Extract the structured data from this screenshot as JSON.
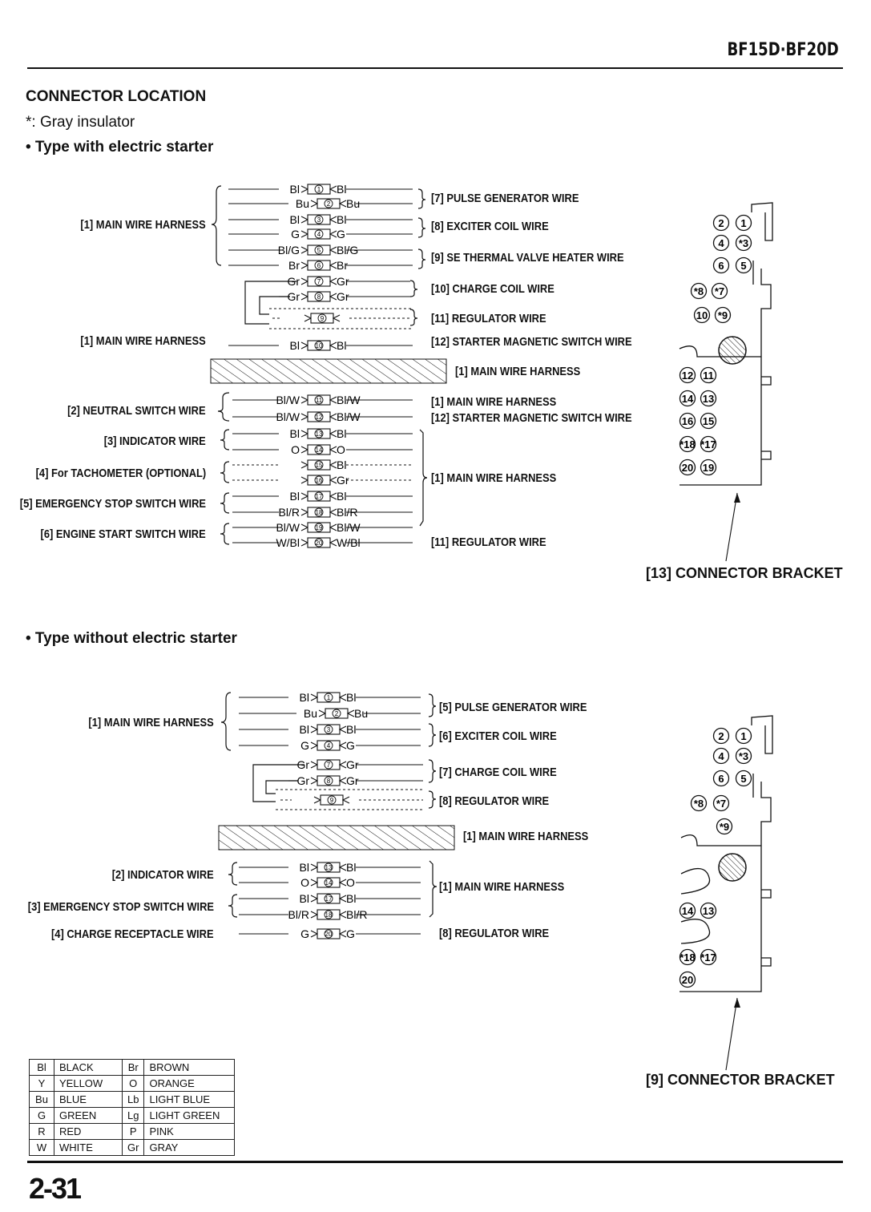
{
  "header": {
    "model": "BF15D·BF20D"
  },
  "section_title": "CONNECTOR LOCATION",
  "gray_note": "*: Gray insulator",
  "type1": {
    "title": "• Type with electric starter",
    "left_labels": [
      "[1] MAIN WIRE HARNESS",
      "[1] MAIN WIRE HARNESS",
      "[2] NEUTRAL SWITCH WIRE",
      "[3] INDICATOR WIRE",
      "[4] For TACHOMETER (OPTIONAL)",
      "[5] EMERGENCY STOP SWITCH WIRE",
      "[6] ENGINE START SWITCH WIRE"
    ],
    "right_labels": [
      "[7] PULSE GENERATOR WIRE",
      "[8] EXCITER COIL WIRE",
      "[9] SE THERMAL VALVE HEATER WIRE",
      "[10] CHARGE COIL WIRE",
      "[11] REGULATOR WIRE",
      "[12] STARTER MAGNETIC SWITCH WIRE",
      "[1] MAIN WIRE HARNESS",
      "[1] MAIN WIRE HARNESS",
      "[12] STARTER MAGNETIC SWITCH WIRE",
      "[1] MAIN WIRE HARNESS",
      "[11] REGULATOR WIRE"
    ],
    "wires": [
      {
        "left": "Bl",
        "num": "1",
        "right": "Bl"
      },
      {
        "left": "Bu",
        "num": "2",
        "right": "Bu"
      },
      {
        "left": "Bl",
        "num": "3",
        "right": "Bl"
      },
      {
        "left": "G",
        "num": "4",
        "right": "G"
      },
      {
        "left": "Bl/G",
        "num": "5",
        "right": "Bl/G"
      },
      {
        "left": "Br",
        "num": "6",
        "right": "Br"
      },
      {
        "left": "Gr",
        "num": "7",
        "right": "Gr"
      },
      {
        "left": "Gr",
        "num": "8",
        "right": "Gr"
      },
      {
        "left": "",
        "num": "9",
        "right": ""
      },
      {
        "left": "Bl",
        "num": "10",
        "right": "Bl"
      },
      {
        "left": "Bl/W",
        "num": "11",
        "right": "Bl/W"
      },
      {
        "left": "Bl/W",
        "num": "12",
        "right": "Bl/W"
      },
      {
        "left": "Bl",
        "num": "13",
        "right": "Bl"
      },
      {
        "left": "O",
        "num": "14",
        "right": "O"
      },
      {
        "left": "",
        "num": "15",
        "right": "Bl"
      },
      {
        "left": "",
        "num": "16",
        "right": "Gr"
      },
      {
        "left": "Bl",
        "num": "17",
        "right": "Bl"
      },
      {
        "left": "Bl/R",
        "num": "18",
        "right": "Bl/R"
      },
      {
        "left": "Bl/W",
        "num": "19",
        "right": "Bl/W"
      },
      {
        "left": "W/Bl",
        "num": "20",
        "right": "W/Bl"
      }
    ],
    "bracket_label": "[13] CONNECTOR BRACKET",
    "bracket_pins": [
      "2",
      "1",
      "4",
      "*3",
      "6",
      "5",
      "*8",
      "*7",
      "10",
      "*9",
      "12",
      "11",
      "14",
      "13",
      "16",
      "15",
      "*18",
      "*17",
      "20",
      "19"
    ]
  },
  "type2": {
    "title": "• Type without electric starter",
    "left_labels": [
      "[1] MAIN WIRE HARNESS",
      "[2] INDICATOR WIRE",
      "[3] EMERGENCY STOP SWITCH WIRE",
      "[4] CHARGE RECEPTACLE WIRE"
    ],
    "right_labels": [
      "[5] PULSE GENERATOR WIRE",
      "[6] EXCITER COIL WIRE",
      "[7] CHARGE COIL WIRE",
      "[8] REGULATOR WIRE",
      "[1] MAIN WIRE HARNESS",
      "[1] MAIN WIRE HARNESS",
      "[8] REGULATOR WIRE"
    ],
    "wires": [
      {
        "left": "Bl",
        "num": "1",
        "right": "Bl"
      },
      {
        "left": "Bu",
        "num": "2",
        "right": "Bu"
      },
      {
        "left": "Bl",
        "num": "3",
        "right": "Bl"
      },
      {
        "left": "G",
        "num": "4",
        "right": "G"
      },
      {
        "left": "Gr",
        "num": "7",
        "right": "Gr"
      },
      {
        "left": "Gr",
        "num": "8",
        "right": "Gr"
      },
      {
        "left": "",
        "num": "9",
        "right": ""
      },
      {
        "left": "Bl",
        "num": "13",
        "right": "Bl"
      },
      {
        "left": "O",
        "num": "14",
        "right": "O"
      },
      {
        "left": "Bl",
        "num": "17",
        "right": "Bl"
      },
      {
        "left": "Bl/R",
        "num": "18",
        "right": "Bl/R"
      },
      {
        "left": "G",
        "num": "20",
        "right": "G"
      }
    ],
    "bracket_label": "[9] CONNECTOR BRACKET",
    "bracket_pins": [
      "2",
      "1",
      "4",
      "*3",
      "6",
      "5",
      "*8",
      "*7",
      "*9",
      "14",
      "13",
      "*18",
      "*17",
      "20"
    ]
  },
  "legend": [
    {
      "code": "Bl",
      "name": "BLACK",
      "code2": "Br",
      "name2": "BROWN"
    },
    {
      "code": "Y",
      "name": "YELLOW",
      "code2": "O",
      "name2": "ORANGE"
    },
    {
      "code": "Bu",
      "name": "BLUE",
      "code2": "Lb",
      "name2": "LIGHT BLUE"
    },
    {
      "code": "G",
      "name": "GREEN",
      "code2": "Lg",
      "name2": "LIGHT GREEN"
    },
    {
      "code": "R",
      "name": "RED",
      "code2": "P",
      "name2": "PINK"
    },
    {
      "code": "W",
      "name": "WHITE",
      "code2": "Gr",
      "name2": "GRAY"
    }
  ],
  "page_number": "2-31"
}
